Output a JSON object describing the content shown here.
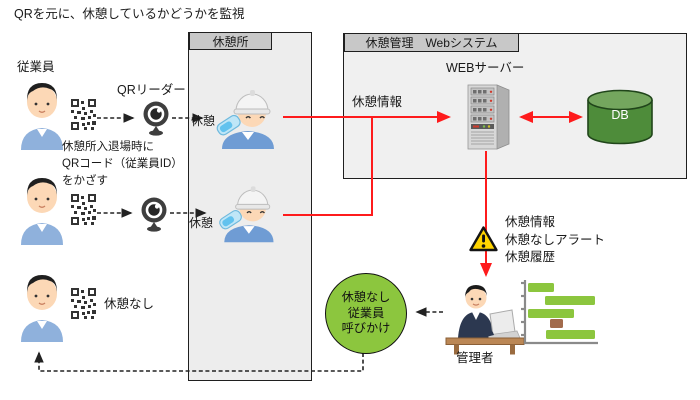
{
  "title": "QRを元に、休憩しているかどうかを監視",
  "employees": {
    "label": "従業員",
    "scan_note_line1": "休憩所入退場時に",
    "scan_note_line2": "QRコード（従業員ID）",
    "scan_note_line3": "をかざす",
    "no_break_label": "休憩なし"
  },
  "qr_reader": {
    "label": "QRリーダー"
  },
  "break_room": {
    "tab": "休憩所",
    "resting_label_top": "休憩",
    "resting_label_bottom": "休憩"
  },
  "system": {
    "tab": "休憩管理　Webシステム",
    "server_label": "WEBサーバー",
    "db_label": "DB",
    "break_info_label": "休憩情報"
  },
  "alert": {
    "line1": "休憩情報",
    "line2": "休憩なしアラート",
    "line3": "休憩履歴"
  },
  "admin": {
    "label": "管理者"
  },
  "callout": {
    "line1": "休憩なし",
    "line2": "従業員",
    "line3": "呼びかけ"
  },
  "icons": [
    "worker-avatar-icon",
    "qr-code-icon",
    "webcam-icon",
    "helmet-worker-drinking-icon",
    "web-server-icon",
    "database-icon",
    "warning-icon",
    "admin-at-desk-icon",
    "gantt-chart-icon"
  ],
  "colors": {
    "arrow_red": "#fe1b1c",
    "diagram_green": "#8cc63e",
    "db_green": "#4e8c3a",
    "db_top_green": "#74a65e",
    "warning_yellow": "#ffd400",
    "box_fill": "#ededed",
    "tab_fill": "#c8c8c8",
    "uniform_blue": "#8fb1dc",
    "bar_brown": "#a26b4c"
  }
}
